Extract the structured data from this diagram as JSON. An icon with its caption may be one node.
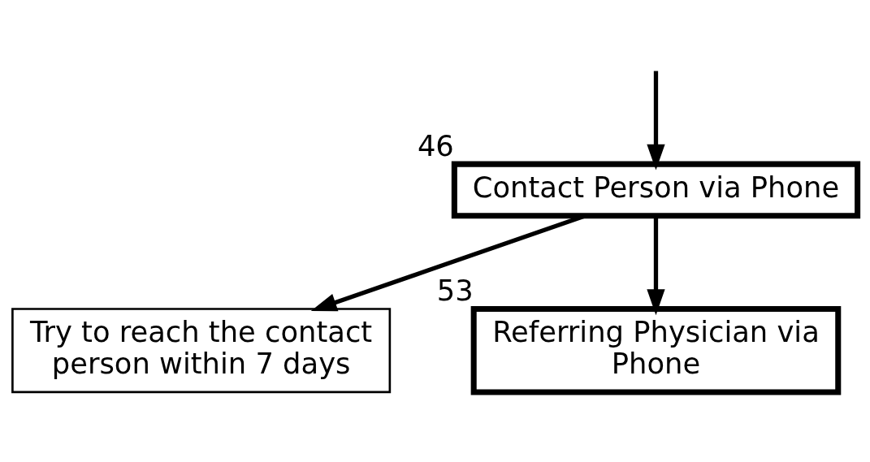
{
  "diagram": {
    "nodes": [
      {
        "text": [
          "Contact Person via Phone"
        ],
        "beside": [
          "46"
        ]
      },
      {
        "text": [
          "Try to reach the contact person within 7 days"
        ]
      },
      {
        "text": [
          "Referring Physician via Phone"
        ],
        "beside": [
          "53"
        ]
      }
    ],
    "edges": [
      {
        "from": null,
        "to": 0,
        "arrow": "to"
      },
      {
        "from": 0,
        "to": 1,
        "arrow": "to"
      },
      {
        "from": 0,
        "to": 2,
        "arrow": "to"
      }
    ]
  }
}
